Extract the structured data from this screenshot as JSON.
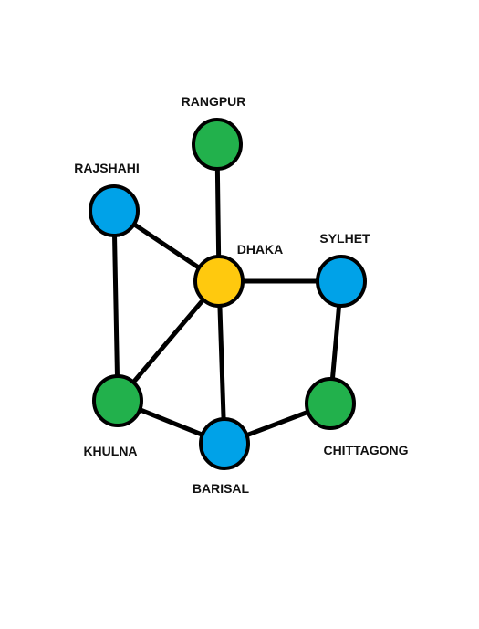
{
  "colors": {
    "green": "#22b14c",
    "blue": "#00a2e8",
    "yellow": "#ffc90e",
    "edge": "#000000"
  },
  "nodes": [
    {
      "id": "rangpur",
      "label": "RANGPUR",
      "color": "green"
    },
    {
      "id": "rajshahi",
      "label": "RAJSHAHI",
      "color": "blue"
    },
    {
      "id": "dhaka",
      "label": "DHAKA",
      "color": "yellow"
    },
    {
      "id": "sylhet",
      "label": "SYLHET",
      "color": "blue"
    },
    {
      "id": "khulna",
      "label": "KHULNA",
      "color": "green"
    },
    {
      "id": "chittagong",
      "label": "CHITTAGONG",
      "color": "green"
    },
    {
      "id": "barisal",
      "label": "BARISAL",
      "color": "blue"
    }
  ],
  "edges": [
    [
      "rangpur",
      "dhaka"
    ],
    [
      "rajshahi",
      "dhaka"
    ],
    [
      "rajshahi",
      "khulna"
    ],
    [
      "dhaka",
      "sylhet"
    ],
    [
      "dhaka",
      "khulna"
    ],
    [
      "dhaka",
      "barisal"
    ],
    [
      "sylhet",
      "chittagong"
    ],
    [
      "khulna",
      "barisal"
    ],
    [
      "barisal",
      "chittagong"
    ]
  ]
}
